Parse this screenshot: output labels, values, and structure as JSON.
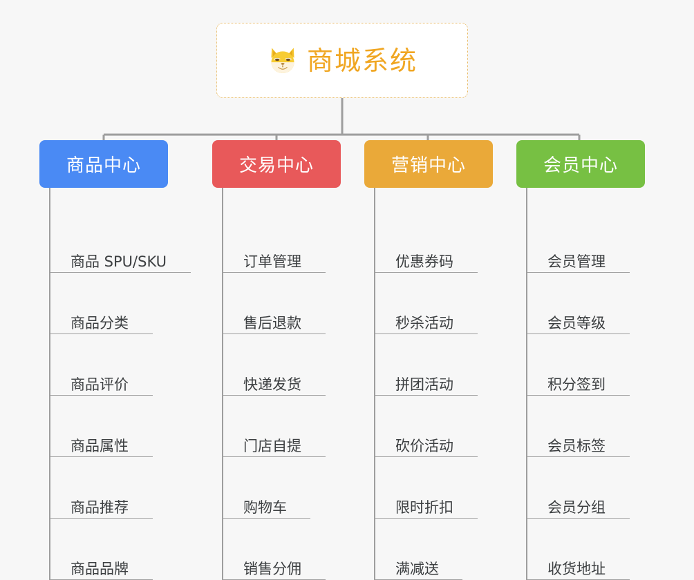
{
  "diagram": {
    "type": "org-chart",
    "title": "商城系统",
    "background_color": "#f7f7f7",
    "connector_color": "#9e9e9e"
  },
  "root": {
    "label": "商城系统",
    "icon": "shiba-dog-face-icon",
    "text_color": "#f0a622",
    "border_color": "#e8b963",
    "background_color": "#ffffff"
  },
  "categories": [
    {
      "label": "商品中心",
      "color": "#4a8af4",
      "items": [
        {
          "label": "商品 SPU/SKU",
          "rule_width": 205
        },
        {
          "label": "商品分类",
          "rule_width": 150
        },
        {
          "label": "商品评价",
          "rule_width": 150
        },
        {
          "label": "商品属性",
          "rule_width": 150
        },
        {
          "label": "商品推荐",
          "rule_width": 150
        },
        {
          "label": "商品品牌",
          "rule_width": 150
        }
      ]
    },
    {
      "label": "交易中心",
      "color": "#e8595a",
      "items": [
        {
          "label": "订单管理",
          "rule_width": 150
        },
        {
          "label": "售后退款",
          "rule_width": 150
        },
        {
          "label": "快递发货",
          "rule_width": 150
        },
        {
          "label": "门店自提",
          "rule_width": 150
        },
        {
          "label": "购物车",
          "rule_width": 128
        },
        {
          "label": "销售分佣",
          "rule_width": 150
        }
      ]
    },
    {
      "label": "营销中心",
      "color": "#eaa939",
      "items": [
        {
          "label": "优惠券码",
          "rule_width": 150
        },
        {
          "label": "秒杀活动",
          "rule_width": 150
        },
        {
          "label": "拼团活动",
          "rule_width": 150
        },
        {
          "label": "砍价活动",
          "rule_width": 150
        },
        {
          "label": "限时折扣",
          "rule_width": 150
        },
        {
          "label": "满减送",
          "rule_width": 128
        }
      ]
    },
    {
      "label": "会员中心",
      "color": "#77c043",
      "items": [
        {
          "label": "会员管理",
          "rule_width": 150
        },
        {
          "label": "会员等级",
          "rule_width": 150
        },
        {
          "label": "积分签到",
          "rule_width": 150
        },
        {
          "label": "会员标签",
          "rule_width": 150
        },
        {
          "label": "会员分组",
          "rule_width": 150
        },
        {
          "label": "收货地址",
          "rule_width": 150
        }
      ]
    }
  ]
}
